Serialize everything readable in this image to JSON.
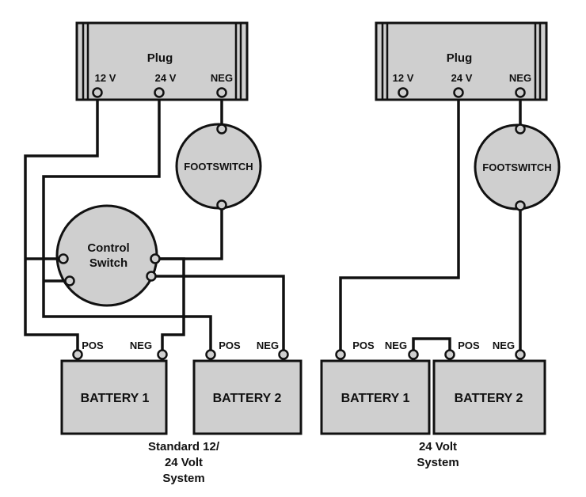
{
  "left_system": {
    "plug": {
      "title": "Plug",
      "terminals": [
        "12 V",
        "24 V",
        "NEG"
      ]
    },
    "footswitch": "FOOTSWITCH",
    "control_switch": {
      "line1": "Control",
      "line2": "Switch"
    },
    "battery1": {
      "label": "BATTERY 1",
      "pos": "POS",
      "neg": "NEG"
    },
    "battery2": {
      "label": "BATTERY 2",
      "pos": "POS",
      "neg": "NEG"
    },
    "caption": [
      "Standard 12/",
      "24 Volt",
      "System"
    ]
  },
  "right_system": {
    "plug": {
      "title": "Plug",
      "terminals": [
        "12 V",
        "24 V",
        "NEG"
      ]
    },
    "footswitch": "FOOTSWITCH",
    "battery1": {
      "label": "BATTERY 1",
      "pos": "POS",
      "neg": "NEG"
    },
    "battery2": {
      "label": "BATTERY 2",
      "pos": "POS",
      "neg": "NEG"
    },
    "caption": [
      "24 Volt",
      "System"
    ]
  }
}
